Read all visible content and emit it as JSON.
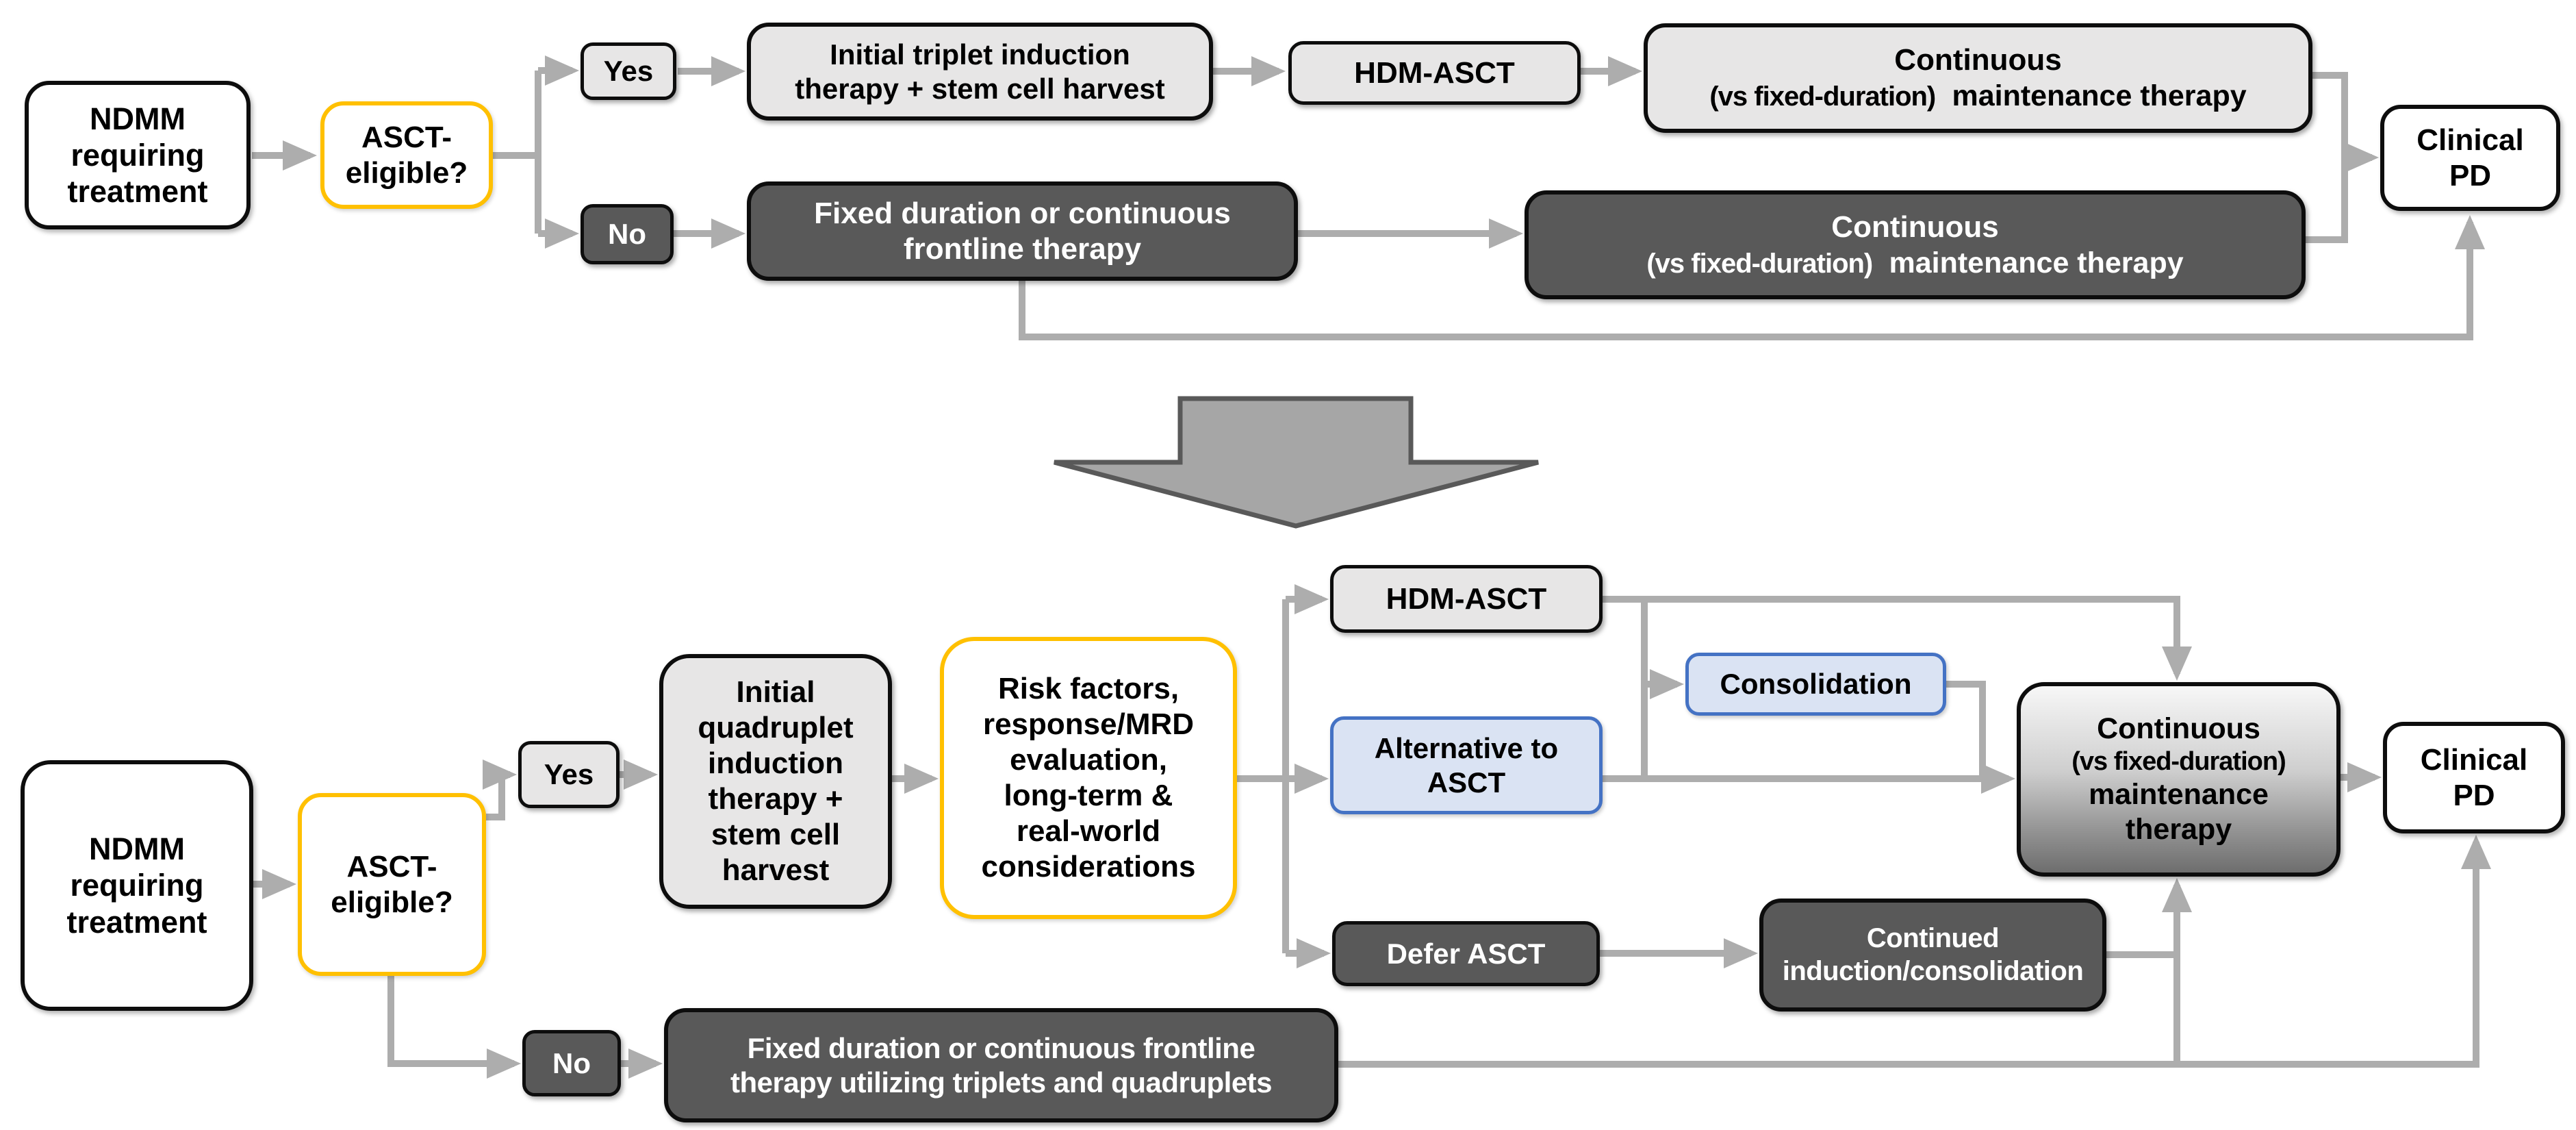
{
  "palette": {
    "light_box_fill": "#E7E6E6",
    "dark_box_fill": "#595959",
    "blue_box_fill": "#DAE3F3",
    "blue_box_border": "#4472C4",
    "yellow_box_border": "#FFC000",
    "white_box_border": "#0D0D0D",
    "connector_gray": "#ADADAD",
    "transition_arrow_fill": "#A6A6A6",
    "transition_arrow_border": "#595959"
  },
  "top_chart": {
    "ndmm": "NDMM\nrequiring\ntreatment",
    "asct_eligible": "ASCT-\neligible?",
    "yes": "Yes",
    "no": "No",
    "triplet_induction": "Initial triplet induction\ntherapy + stem cell harvest",
    "hdm_asct": "HDM-ASCT",
    "maintenance": {
      "l1": "Continuous",
      "l2a": "(vs fixed-duration)",
      "l2b": "maintenance therapy"
    },
    "fixed_duration": "Fixed duration or continuous\nfrontline therapy",
    "maintenance_dark": {
      "l1": "Continuous",
      "l2a": "(vs fixed-duration)",
      "l2b": "maintenance therapy"
    },
    "clinical_pd": "Clinical\nPD"
  },
  "bottom_chart": {
    "ndmm": "NDMM\nrequiring\ntreatment",
    "asct_eligible": "ASCT-\neligible?",
    "yes": "Yes",
    "no": "No",
    "quadruplet_induction": "Initial\nquadruplet\ninduction\ntherapy +\nstem cell\nharvest",
    "risk_evaluation": "Risk factors,\nresponse/MRD\nevaluation,\nlong-term &\nreal-world\nconsiderations",
    "hdm_asct": "HDM-ASCT",
    "alternative_asct": "Alternative to\nASCT",
    "consolidation": "Consolidation",
    "defer_asct": "Defer ASCT",
    "continued_induction": "Continued\ninduction/consolidation",
    "maintenance": {
      "l1": "Continuous",
      "l2": "(vs fixed-duration)",
      "l3": "maintenance therapy"
    },
    "fixed_duration": "Fixed duration or continuous frontline\ntherapy utilizing triplets and quadruplets",
    "clinical_pd": "Clinical\nPD"
  }
}
